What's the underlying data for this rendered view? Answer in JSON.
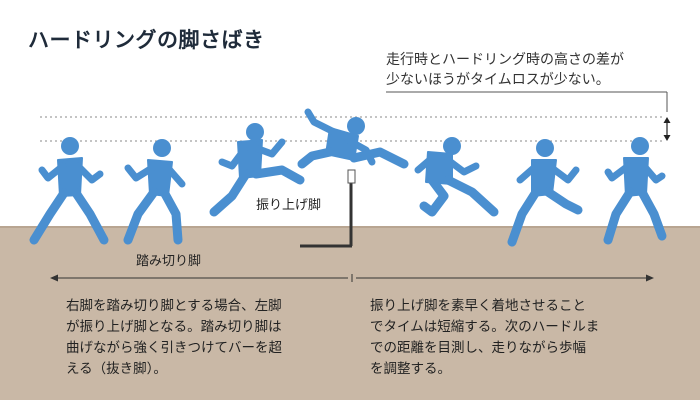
{
  "title": "ハードリングの脚さばき",
  "note": {
    "line1": "走行時とハードリング時の高さの差が",
    "line2": "少ないほうがタイムロスが少ない。"
  },
  "labels": {
    "takeoff": "踏み切り脚",
    "lead": "振り上げ脚"
  },
  "left_text": {
    "line1": "右脚を踏み切り脚とする場合、左脚",
    "line2": "が振り上げ脚となる。踏み切り脚は",
    "line3": "曲げながら強く引きつけてバーを超",
    "line4": "える（抜き脚）。"
  },
  "right_text": {
    "line1": "振り上げ脚を素早く着地させること",
    "line2": "でタイムは短縮する。次のハードルま",
    "line3": "での距離を目測し、走りながら歩幅",
    "line4": "を調整する。"
  },
  "colors": {
    "runner": "#4a8fd0",
    "ground": "#c9b8a6",
    "hurdle": "#333333",
    "title": "#1f2b3a"
  }
}
